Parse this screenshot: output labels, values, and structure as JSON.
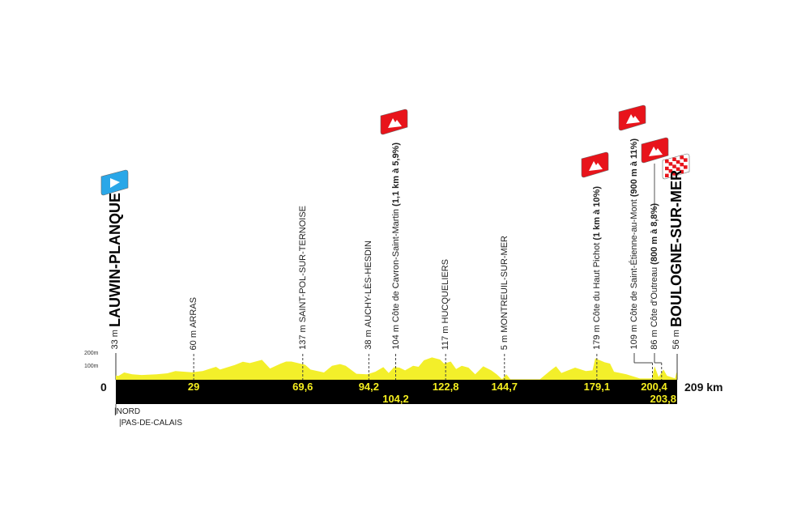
{
  "chart_data": {
    "type": "area",
    "title": "",
    "xlabel": "km",
    "ylabel": "m",
    "xlim": [
      0,
      209
    ],
    "ylim": [
      0,
      200
    ],
    "y_ticks": [
      "100m",
      "200m"
    ],
    "start_km_label": "0",
    "total_label": "209 km",
    "fill_color": "#f3ef2a",
    "profile": [
      [
        0,
        33
      ],
      [
        1,
        30
      ],
      [
        3.1,
        56
      ],
      [
        6.1,
        42
      ],
      [
        9.6,
        37
      ],
      [
        15.2,
        42
      ],
      [
        19.2,
        50
      ],
      [
        22.2,
        67
      ],
      [
        28.3,
        58
      ],
      [
        32.3,
        67
      ],
      [
        37.3,
        100
      ],
      [
        38.8,
        79
      ],
      [
        44.3,
        114
      ],
      [
        47.3,
        139
      ],
      [
        49.9,
        129
      ],
      [
        54.4,
        154
      ],
      [
        57.4,
        87
      ],
      [
        61.4,
        125
      ],
      [
        63.4,
        141
      ],
      [
        65.4,
        141
      ],
      [
        70.5,
        116
      ],
      [
        72.5,
        79
      ],
      [
        77.5,
        56
      ],
      [
        80.5,
        108
      ],
      [
        83.5,
        121
      ],
      [
        85.6,
        108
      ],
      [
        89.6,
        46
      ],
      [
        93.6,
        42
      ],
      [
        96.6,
        62
      ],
      [
        99.6,
        98
      ],
      [
        101.6,
        52
      ],
      [
        103.6,
        98
      ],
      [
        105.6,
        94
      ],
      [
        107.7,
        73
      ],
      [
        110.7,
        108
      ],
      [
        112.7,
        100
      ],
      [
        114.7,
        150
      ],
      [
        117.7,
        173
      ],
      [
        120.7,
        156
      ],
      [
        122.2,
        125
      ],
      [
        124.7,
        141
      ],
      [
        126.7,
        83
      ],
      [
        128.8,
        108
      ],
      [
        131.3,
        94
      ],
      [
        133.8,
        42
      ],
      [
        136.8,
        104
      ],
      [
        139.8,
        73
      ],
      [
        141.8,
        42
      ],
      [
        143.8,
        4
      ],
      [
        145.4,
        42
      ],
      [
        146.9,
        4
      ],
      [
        157.9,
        4
      ],
      [
        161.9,
        73
      ],
      [
        163.9,
        104
      ],
      [
        165.9,
        52
      ],
      [
        171,
        94
      ],
      [
        175,
        67
      ],
      [
        177.5,
        73
      ],
      [
        178.5,
        166
      ],
      [
        182,
        135
      ],
      [
        184,
        125
      ],
      [
        185.5,
        62
      ],
      [
        190.1,
        42
      ],
      [
        195.1,
        10
      ],
      [
        199.6,
        10
      ],
      [
        200.6,
        104
      ],
      [
        202.1,
        21
      ],
      [
        203.9,
        79
      ],
      [
        205.2,
        31
      ],
      [
        208.2,
        10
      ],
      [
        208.7,
        52
      ],
      [
        209,
        56
      ]
    ],
    "km_markers": [
      {
        "km": 29,
        "label": "29",
        "row": 1
      },
      {
        "km": 69.6,
        "label": "69,6",
        "row": 1
      },
      {
        "km": 94.2,
        "label": "94,2",
        "row": 1
      },
      {
        "km": 104.2,
        "label": "104,2",
        "row": 2
      },
      {
        "km": 122.8,
        "label": "122,8",
        "row": 1
      },
      {
        "km": 144.7,
        "label": "144,7",
        "row": 1
      },
      {
        "km": 179.1,
        "label": "179,1",
        "row": 1
      },
      {
        "km": 200.4,
        "label": "200,4",
        "row": 1
      },
      {
        "km": 203.8,
        "label": "203,8",
        "row": 2
      }
    ],
    "points": [
      {
        "km": 0,
        "elev": "33 m",
        "name": "LAUWIN-PLANQUE",
        "detail": "",
        "kind": "start",
        "big": true
      },
      {
        "km": 29,
        "elev": "60 m",
        "name": "ARRAS",
        "detail": "",
        "kind": "town"
      },
      {
        "km": 69.6,
        "elev": "137 m",
        "name": "SAINT-POL-SUR-TERNOISE",
        "detail": "",
        "kind": "town"
      },
      {
        "km": 94.2,
        "elev": "38 m",
        "name": "AUCHY-LÈS-HESDIN",
        "detail": "",
        "kind": "town"
      },
      {
        "km": 104.2,
        "elev": "104 m",
        "name": "Côte de Cavron-Saint-Martin",
        "detail": "(1,1 km à 5,9%)",
        "kind": "climb"
      },
      {
        "km": 122.8,
        "elev": "117 m",
        "name": "HUCQUELIERS",
        "detail": "",
        "kind": "town"
      },
      {
        "km": 144.7,
        "elev": "5 m",
        "name": "MONTREUIL-SUR-MER",
        "detail": "",
        "kind": "town"
      },
      {
        "km": 179.1,
        "elev": "179 m",
        "name": "Côte du Haut Pichot",
        "detail": "(1 km à 10%)",
        "kind": "climb"
      },
      {
        "km": 200.4,
        "elev": "109 m",
        "name": "Côte de Saint-Étienne-au-Mont",
        "detail": "(900 m à 11%)",
        "kind": "climb",
        "offset": true
      },
      {
        "km": 203.8,
        "elev": "86 m",
        "name": "Côte d'Outreau",
        "detail": "(800 m à 8,8%)",
        "kind": "climb",
        "offset": true
      },
      {
        "km": 209,
        "elev": "56 m",
        "name": "BOULOGNE-SUR-MER",
        "detail": "",
        "kind": "finish",
        "big": true
      }
    ]
  },
  "regions": [
    "NORD",
    "PAS-DE-CALAIS"
  ],
  "colors": {
    "climb_flag": "#e8141b",
    "start_flag": "#2aa7e8",
    "bar": "#000000",
    "km_text": "#f5ee1f"
  }
}
